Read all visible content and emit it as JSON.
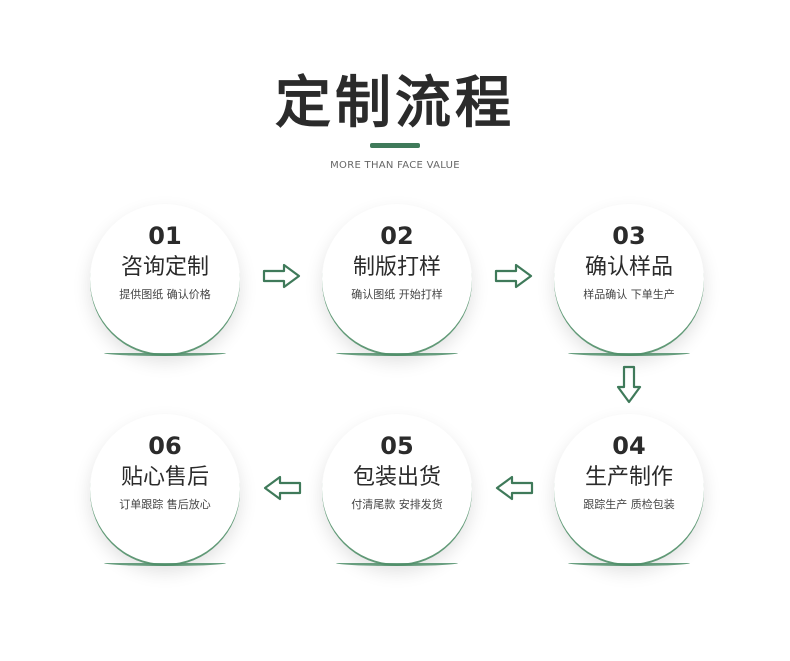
{
  "header": {
    "title": "定制流程",
    "subtitle": "MORE THAN FACE VALUE"
  },
  "colors": {
    "accent": "#3f7a5a",
    "text": "#2b2b2b"
  },
  "steps": [
    {
      "num": "01",
      "title": "咨询定制",
      "desc": "提供图纸 确认价格"
    },
    {
      "num": "02",
      "title": "制版打样",
      "desc": "确认图纸 开始打样"
    },
    {
      "num": "03",
      "title": "确认样品",
      "desc": "样品确认 下单生产"
    },
    {
      "num": "04",
      "title": "生产制作",
      "desc": "跟踪生产 质检包装"
    },
    {
      "num": "05",
      "title": "包装出货",
      "desc": "付清尾款 安排发货"
    },
    {
      "num": "06",
      "title": "贴心售后",
      "desc": "订单跟踪 售后放心"
    }
  ],
  "arrows": {
    "icon": "hollow-arrow-icon"
  }
}
